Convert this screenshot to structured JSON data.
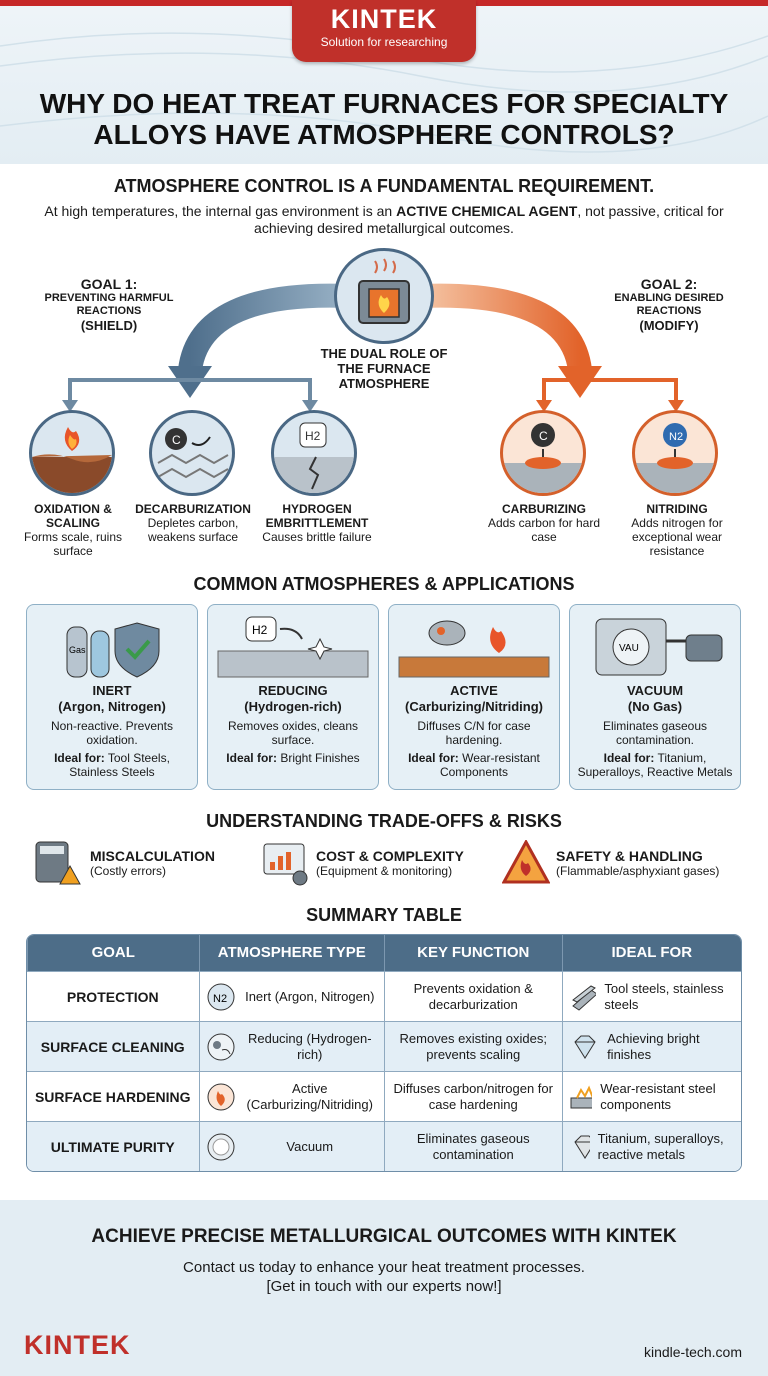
{
  "brand": {
    "name": "KINTEK",
    "tagline": "Solution for researching",
    "color": "#c0302a"
  },
  "title": "WHY DO HEAT TREAT FURNACES FOR SPECIALTY ALLOYS HAVE ATMOSPHERE CONTROLS?",
  "intro": {
    "heading": "ATMOSPHERE CONTROL IS A FUNDAMENTAL REQUIREMENT.",
    "text_before": "At high temperatures, the internal gas environment is an ",
    "text_bold": "ACTIVE CHEMICAL AGENT",
    "text_after": ", not passive, critical for achieving desired metallurgical outcomes."
  },
  "dual_role": {
    "center_label": "THE DUAL ROLE OF THE FURNACE ATMOSPHERE",
    "goal1": {
      "line1": "GOAL 1:",
      "line2": "PREVENTING HARMFUL REACTIONS",
      "line3": "(SHIELD)",
      "color": "#4a6884"
    },
    "goal2": {
      "line1": "GOAL 2:",
      "line2": "ENABLING DESIRED REACTIONS",
      "line3": "(MODIFY)",
      "color": "#e06a2b"
    },
    "harmful": [
      {
        "title": "OXIDATION & SCALING",
        "desc": "Forms scale, ruins surface",
        "icon": "flame-rust-icon"
      },
      {
        "title": "DECARBURIZATION",
        "desc": "Depletes carbon, weakens surface",
        "icon": "carbon-lattice-icon"
      },
      {
        "title": "HYDROGEN EMBRITTLEMENT",
        "desc": "Causes brittle failure",
        "icon": "hydrogen-crack-icon"
      }
    ],
    "desired": [
      {
        "title": "CARBURIZING",
        "desc": "Adds carbon for hard case",
        "icon": "carbon-diffusion-icon"
      },
      {
        "title": "NITRIDING",
        "desc": "Adds nitrogen for exceptional wear resistance",
        "icon": "nitrogen-diffusion-icon"
      }
    ]
  },
  "atmospheres": {
    "heading": "COMMON ATMOSPHERES & APPLICATIONS",
    "ideal_label": "Ideal for:",
    "cards": [
      {
        "title": "INERT",
        "subtitle": "(Argon, Nitrogen)",
        "desc": "Non-reactive. Prevents oxidation.",
        "ideal": "Tool Steels, Stainless Steels",
        "icon_text": "Gas"
      },
      {
        "title": "REDUCING",
        "subtitle": "(Hydrogen-rich)",
        "desc": "Removes oxides, cleans surface.",
        "ideal": "Bright Finishes",
        "icon_text": "H2"
      },
      {
        "title": "ACTIVE",
        "subtitle": "(Carburizing/Nitriding)",
        "desc": "Diffuses C/N for case hardening.",
        "ideal": "Wear-resistant Components"
      },
      {
        "title": "VACUUM",
        "subtitle": "(No Gas)",
        "desc": "Eliminates gaseous contamination.",
        "ideal": "Titanium, Superalloys, Reactive Metals",
        "icon_text": "VAU"
      }
    ]
  },
  "risks": {
    "heading": "UNDERSTANDING TRADE-OFFS & RISKS",
    "items": [
      {
        "title": "MISCALCULATION",
        "sub": "(Costly errors)",
        "icon": "calculator-warning-icon"
      },
      {
        "title": "COST & COMPLEXITY",
        "sub": "(Equipment & monitoring)",
        "icon": "monitor-chart-icon"
      },
      {
        "title": "SAFETY & HANDLING",
        "sub": "(Flammable/asphyxiant gases)",
        "icon": "fire-warning-icon"
      }
    ]
  },
  "summary": {
    "heading": "SUMMARY TABLE",
    "columns": [
      "GOAL",
      "ATMOSPHERE TYPE",
      "KEY FUNCTION",
      "IDEAL FOR"
    ],
    "rows": [
      {
        "goal": "PROTECTION",
        "atmosphere": "Inert (Argon, Nitrogen)",
        "function": "Prevents oxidation & decarburization",
        "ideal": "Tool steels, stainless steels",
        "atm_icon_text": "N2"
      },
      {
        "goal": "SURFACE CLEANING",
        "atmosphere": "Reducing (Hydrogen-rich)",
        "function": "Removes existing oxides; prevents scaling",
        "ideal": "Achieving bright finishes"
      },
      {
        "goal": "SURFACE HARDENING",
        "atmosphere": "Active (Carburizing/Nitriding)",
        "function": "Diffuses carbon/nitrogen for case hardening",
        "ideal": "Wear-resistant steel components"
      },
      {
        "goal": "ULTIMATE PURITY",
        "atmosphere": "Vacuum",
        "function": "Eliminates gaseous contamination",
        "ideal": "Titanium, superalloys, reactive metals"
      }
    ]
  },
  "footer": {
    "heading": "ACHIEVE PRECISE METALLURGICAL OUTCOMES WITH KINTEK",
    "line1": "Contact us today to enhance your heat treatment processes.",
    "line2": "[Get in touch with our experts now!]",
    "logo": "KINTEK",
    "url": "kindle-tech.com"
  }
}
